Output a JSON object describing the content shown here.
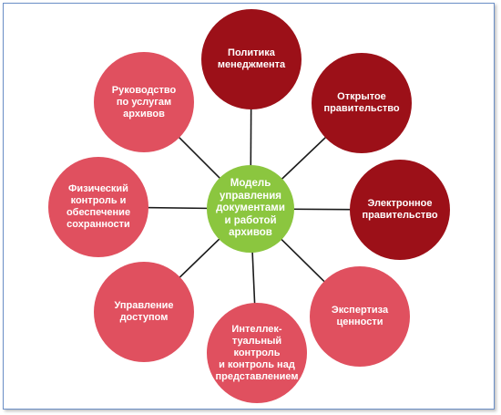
{
  "center": {
    "label": "Модель\nуправления\nдокументами\nи работой\nархивов",
    "color": "#8bc63f"
  },
  "colors": {
    "dark": "#9c1018",
    "light": "#e0505f",
    "line": "#1a1a1a",
    "frame": "#6b8fc7"
  },
  "nodes": [
    {
      "id": "policy",
      "label": "Политика\nменеджмента",
      "tone": "dark"
    },
    {
      "id": "open-government",
      "label": "Открытое\nправительство",
      "tone": "dark"
    },
    {
      "id": "e-government",
      "label": "Электронное\nправительство",
      "tone": "dark"
    },
    {
      "id": "value-appraisal",
      "label": "Экспертиза\nценности",
      "tone": "light"
    },
    {
      "id": "intellectual-control",
      "label": "Интеллек-\nтуальный\nконтроль\nи контроль над\nпредставлением",
      "tone": "light"
    },
    {
      "id": "access-management",
      "label": "Управление\nдоступом",
      "tone": "light"
    },
    {
      "id": "physical-control",
      "label": "Физический\nконтроль и\nобеспечение\nсохранности",
      "tone": "light"
    },
    {
      "id": "archive-services",
      "label": "Руководство\nпо услугам\nархивов",
      "tone": "light"
    }
  ]
}
